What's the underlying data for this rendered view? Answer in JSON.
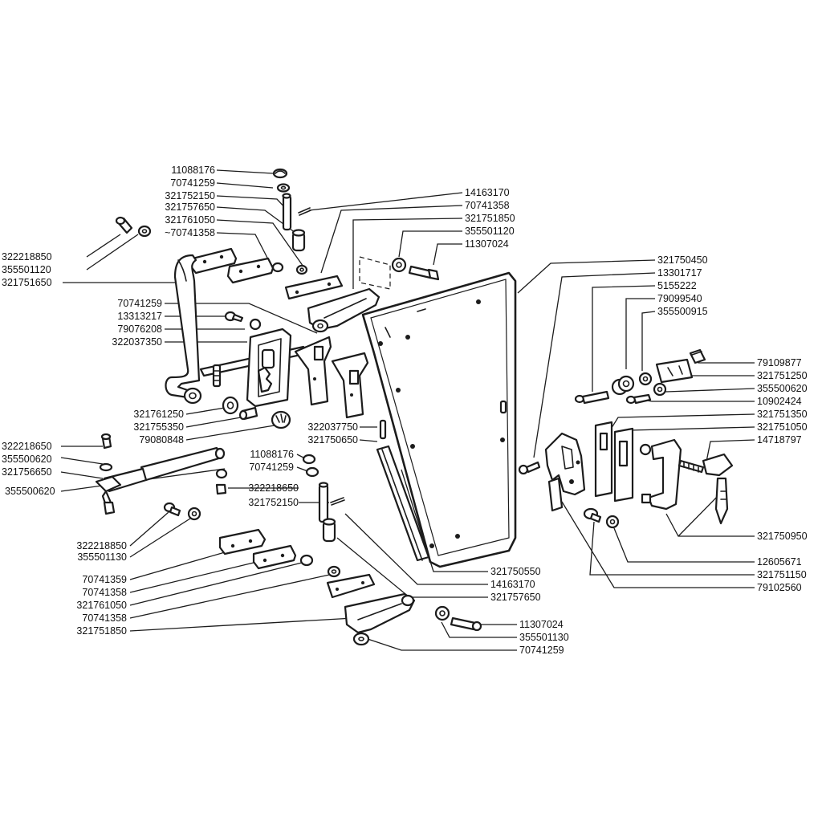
{
  "labels": {
    "l01": "11088176",
    "l02": "70741259",
    "l03": "321752150",
    "l04": "321757650",
    "l05": "321761050",
    "l06": "~70741358",
    "l07": "322218850",
    "l08": "355501120",
    "l09": "321751650",
    "l10": "70741259",
    "l11": "13313217",
    "l12": "79076208",
    "l13": "322037350",
    "l14": "321761250",
    "l15": "321755350",
    "l16": "79080848",
    "l17": "322218650",
    "l18": "355500620",
    "l19": "321756650",
    "l20": "355500620",
    "l21": "322037750",
    "l22": "321750650",
    "l23": "11088176",
    "l24": "70741259",
    "l25": "322218650",
    "l26": "321752150",
    "l27": "322218850",
    "l28": "355501130",
    "l29": "70741359",
    "l30": "70741358",
    "l31": "321761050",
    "l32": "70741358",
    "l33": "321751850",
    "l34": "14163170",
    "l35": "70741358",
    "l36": "321751850",
    "l37": "355501120",
    "l38": "11307024",
    "l39": "321750450",
    "l40": "13301717",
    "l41": "5155222",
    "l42": "79099540",
    "l43": "355500915",
    "l44": "79109877",
    "l45": "321751250",
    "l46": "355500620",
    "l47": "10902424",
    "l48": "321751350",
    "l49": "321751050",
    "l50": "14718797",
    "l51": "321750950",
    "l52": "12605671",
    "l53": "321751150",
    "l54": "79102560",
    "l55": "321750550",
    "l56": "14163170",
    "l57": "321757650",
    "l58": "11307024",
    "l59": "355501130",
    "l60": "70741259"
  }
}
